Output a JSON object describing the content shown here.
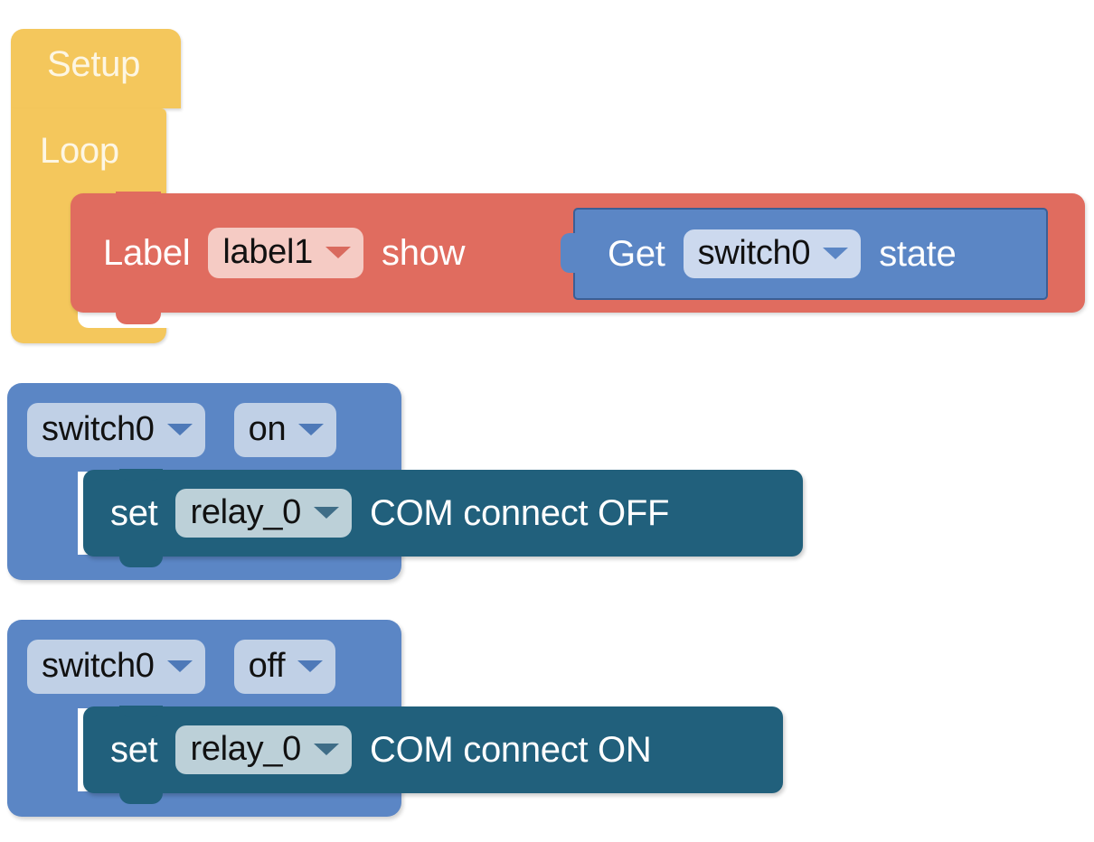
{
  "app": {
    "type": "visual-block-programming-canvas",
    "background": "#ffffff"
  },
  "colors": {
    "event_yellow": "#f4c75c",
    "label_red": "#e06c5f",
    "value_blue": "#5b86c5",
    "set_teal": "#21607c",
    "field_red": "#f5cbc4",
    "field_blue": "#ccd9ee",
    "field_teal": "#bcd0d8"
  },
  "groups": [
    {
      "id": "setup-loop-group",
      "blocks": {
        "setup": {
          "label": "Setup"
        },
        "loop": {
          "label": "Loop"
        },
        "label_show": {
          "prefix": "Label",
          "dropdown_value": "label1",
          "suffix": "show"
        },
        "get_state": {
          "prefix": "Get",
          "dropdown_value": "switch0",
          "suffix": "state"
        }
      }
    },
    {
      "id": "switch0-on-group",
      "event": {
        "target_dropdown": "switch0",
        "state_dropdown": "on"
      },
      "statement": {
        "prefix": "set",
        "dropdown_value": "relay_0",
        "suffix": "COM connect OFF"
      }
    },
    {
      "id": "switch0-off-group",
      "event": {
        "target_dropdown": "switch0",
        "state_dropdown": "off"
      },
      "statement": {
        "prefix": "set",
        "dropdown_value": "relay_0",
        "suffix": "COM connect ON"
      }
    }
  ]
}
